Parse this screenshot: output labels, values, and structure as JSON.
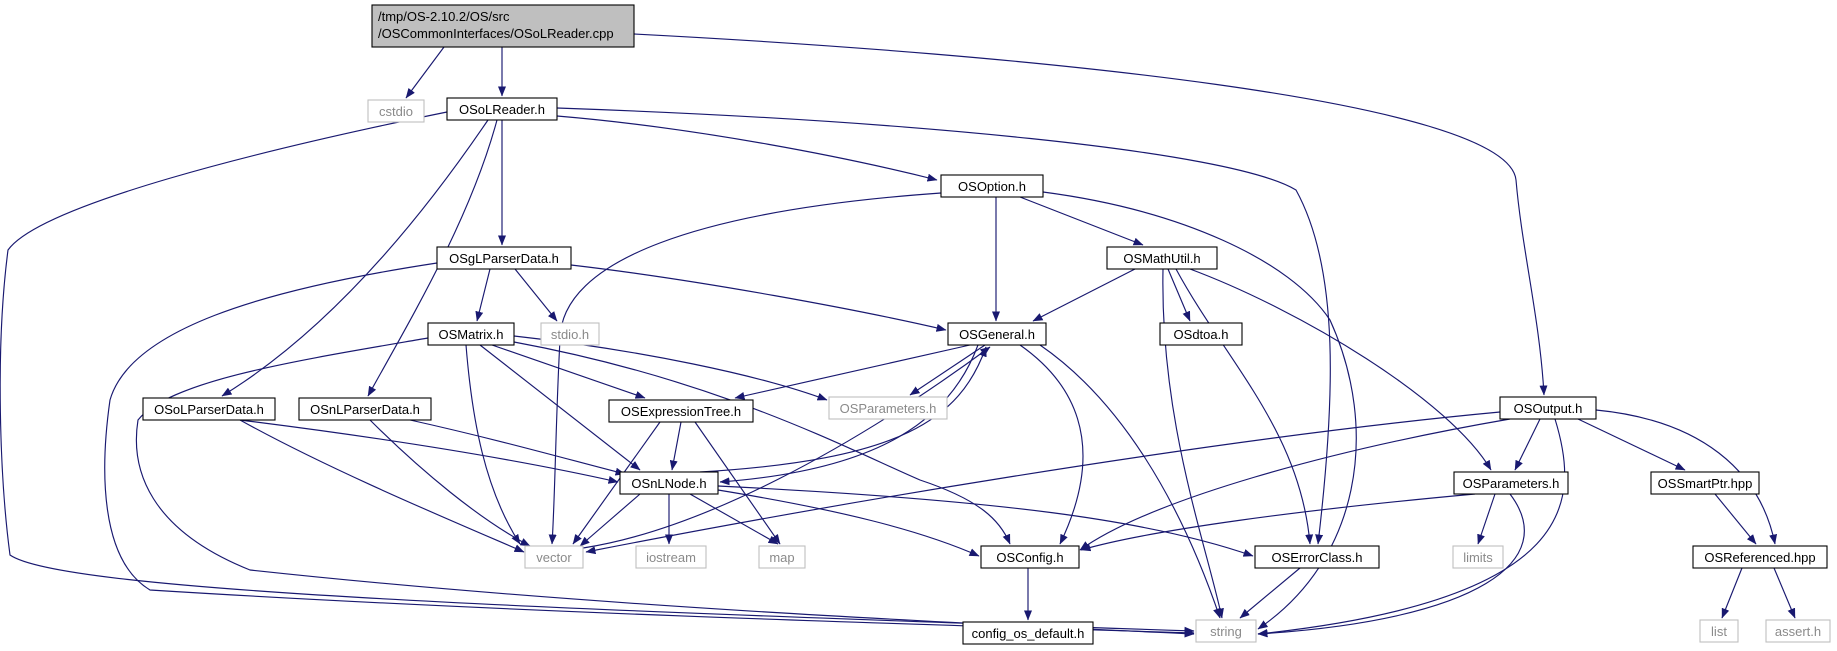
{
  "colors": {
    "edge": "#191970",
    "root_fill": "#bfbfbf",
    "header_border": "#000000",
    "system_border": "#bfbfbf",
    "system_text": "#8a8a8a",
    "node_fill": "#ffffff"
  },
  "nodes": [
    {
      "id": "root",
      "label": [
        "/tmp/OS-2.10.2/OS/src",
        "/OSCommonInterfaces/OSoLReader.cpp"
      ],
      "kind": "root"
    },
    {
      "id": "cstdio",
      "label": [
        "cstdio"
      ],
      "kind": "system"
    },
    {
      "id": "OSoLReader",
      "label": [
        "OSoLReader.h"
      ],
      "kind": "header"
    },
    {
      "id": "OSOption",
      "label": [
        "OSOption.h"
      ],
      "kind": "header"
    },
    {
      "id": "OSgLParserData",
      "label": [
        "OSgLParserData.h"
      ],
      "kind": "header"
    },
    {
      "id": "OSMathUtil",
      "label": [
        "OSMathUtil.h"
      ],
      "kind": "header"
    },
    {
      "id": "OSMatrix",
      "label": [
        "OSMatrix.h"
      ],
      "kind": "header"
    },
    {
      "id": "stdio_h",
      "label": [
        "stdio.h"
      ],
      "kind": "system"
    },
    {
      "id": "OSGeneral",
      "label": [
        "OSGeneral.h"
      ],
      "kind": "header"
    },
    {
      "id": "OSdtoa",
      "label": [
        "OSdtoa.h"
      ],
      "kind": "header"
    },
    {
      "id": "OSoLParserData",
      "label": [
        "OSoLParserData.h"
      ],
      "kind": "header"
    },
    {
      "id": "OSnLParserData",
      "label": [
        "OSnLParserData.h"
      ],
      "kind": "header"
    },
    {
      "id": "OSExpressionTree",
      "label": [
        "OSExpressionTree.h"
      ],
      "kind": "header"
    },
    {
      "id": "OSParametersSys",
      "label": [
        "OSParameters.h"
      ],
      "kind": "system"
    },
    {
      "id": "OSOutput",
      "label": [
        "OSOutput.h"
      ],
      "kind": "header"
    },
    {
      "id": "OSnLNode",
      "label": [
        "OSnLNode.h"
      ],
      "kind": "header"
    },
    {
      "id": "OSParameters",
      "label": [
        "OSParameters.h"
      ],
      "kind": "header"
    },
    {
      "id": "OSSmartPtr",
      "label": [
        "OSSmartPtr.hpp"
      ],
      "kind": "header"
    },
    {
      "id": "vector",
      "label": [
        "vector"
      ],
      "kind": "system"
    },
    {
      "id": "iostream",
      "label": [
        "iostream"
      ],
      "kind": "system"
    },
    {
      "id": "map",
      "label": [
        "map"
      ],
      "kind": "system"
    },
    {
      "id": "OSConfig",
      "label": [
        "OSConfig.h"
      ],
      "kind": "header"
    },
    {
      "id": "OSErrorClass",
      "label": [
        "OSErrorClass.h"
      ],
      "kind": "header"
    },
    {
      "id": "limits",
      "label": [
        "limits"
      ],
      "kind": "system"
    },
    {
      "id": "OSReferenced",
      "label": [
        "OSReferenced.hpp"
      ],
      "kind": "header"
    },
    {
      "id": "config_os_default",
      "label": [
        "config_os_default.h"
      ],
      "kind": "header"
    },
    {
      "id": "string",
      "label": [
        "string"
      ],
      "kind": "system"
    },
    {
      "id": "list",
      "label": [
        "list"
      ],
      "kind": "system"
    },
    {
      "id": "assert_h",
      "label": [
        "assert.h"
      ],
      "kind": "system"
    }
  ],
  "edges": [
    [
      "root",
      "cstdio"
    ],
    [
      "root",
      "OSoLReader"
    ],
    [
      "root",
      "OSOutput"
    ],
    [
      "OSoLReader",
      "OSOption"
    ],
    [
      "OSoLReader",
      "OSgLParserData"
    ],
    [
      "OSoLReader",
      "OSoLParserData"
    ],
    [
      "OSoLReader",
      "OSnLParserData"
    ],
    [
      "OSoLReader",
      "OSErrorClass"
    ],
    [
      "OSoLReader",
      "string"
    ],
    [
      "OSOption",
      "OSGeneral"
    ],
    [
      "OSOption",
      "OSMathUtil"
    ],
    [
      "OSOption",
      "vector"
    ],
    [
      "OSOption",
      "string"
    ],
    [
      "OSgLParserData",
      "OSMatrix"
    ],
    [
      "OSgLParserData",
      "stdio_h"
    ],
    [
      "OSgLParserData",
      "OSGeneral"
    ],
    [
      "OSgLParserData",
      "string"
    ],
    [
      "OSMathUtil",
      "OSGeneral"
    ],
    [
      "OSMathUtil",
      "OSdtoa"
    ],
    [
      "OSMathUtil",
      "OSErrorClass"
    ],
    [
      "OSMathUtil",
      "OSParameters"
    ],
    [
      "OSMathUtil",
      "string"
    ],
    [
      "OSMatrix",
      "OSExpressionTree"
    ],
    [
      "OSMatrix",
      "OSParametersSys"
    ],
    [
      "OSMatrix",
      "OSnLNode"
    ],
    [
      "OSMatrix",
      "vector"
    ],
    [
      "OSMatrix",
      "OSConfig"
    ],
    [
      "OSMatrix",
      "string"
    ],
    [
      "OSGeneral",
      "OSExpressionTree"
    ],
    [
      "OSGeneral",
      "OSParametersSys"
    ],
    [
      "OSGeneral",
      "OSnLNode"
    ],
    [
      "OSGeneral",
      "OSConfig"
    ],
    [
      "OSGeneral",
      "string"
    ],
    [
      "OSoLParserData",
      "OSnLNode"
    ],
    [
      "OSoLParserData",
      "vector"
    ],
    [
      "OSnLParserData",
      "OSnLNode"
    ],
    [
      "OSnLParserData",
      "vector"
    ],
    [
      "OSExpressionTree",
      "OSnLNode"
    ],
    [
      "OSExpressionTree",
      "vector"
    ],
    [
      "OSExpressionTree",
      "map"
    ],
    [
      "OSnLNode",
      "OSGeneral"
    ],
    [
      "OSnLNode",
      "vector"
    ],
    [
      "OSnLNode",
      "iostream"
    ],
    [
      "OSnLNode",
      "map"
    ],
    [
      "OSnLNode",
      "OSConfig"
    ],
    [
      "OSnLNode",
      "OSErrorClass"
    ],
    [
      "vector",
      "OSGeneral"
    ],
    [
      "OSOutput",
      "OSParameters"
    ],
    [
      "OSOutput",
      "OSSmartPtr"
    ],
    [
      "OSOutput",
      "OSReferenced"
    ],
    [
      "OSOutput",
      "vector"
    ],
    [
      "OSOutput",
      "OSConfig"
    ],
    [
      "OSOutput",
      "string"
    ],
    [
      "OSParameters",
      "OSConfig"
    ],
    [
      "OSParameters",
      "limits"
    ],
    [
      "OSParameters",
      "string"
    ],
    [
      "OSSmartPtr",
      "OSReferenced"
    ],
    [
      "OSConfig",
      "config_os_default"
    ],
    [
      "OSErrorClass",
      "string"
    ],
    [
      "OSReferenced",
      "list"
    ],
    [
      "OSReferenced",
      "assert_h"
    ]
  ]
}
